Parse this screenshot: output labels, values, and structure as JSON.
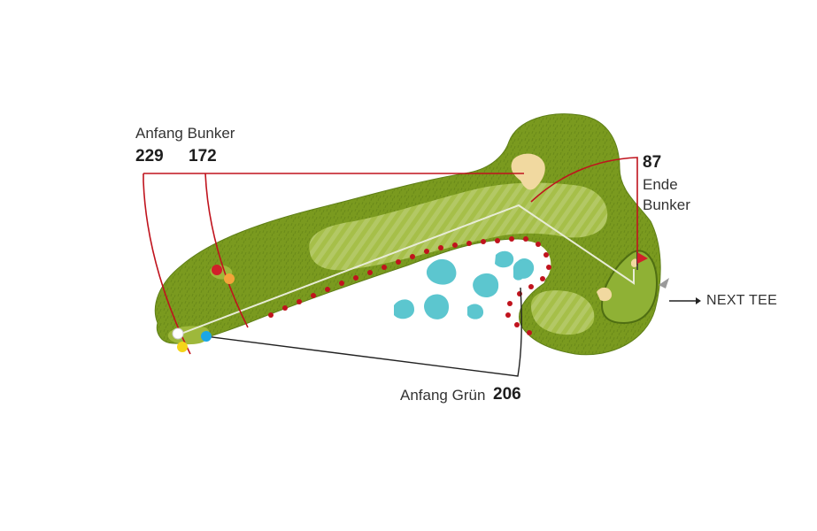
{
  "labels": {
    "anfang_bunker": "Anfang Bunker",
    "dist_229": "229",
    "dist_172": "172",
    "dist_87": "87",
    "ende_bunker_line1": "Ende",
    "ende_bunker_line2": "Bunker",
    "anfang_gruen": "Anfang Grün",
    "dist_206": "206",
    "next_tee": "NEXT TEE"
  },
  "colors": {
    "rough": "#7a9a1f",
    "rough_dark": "#5e7f17",
    "fairway": "#9eb83b",
    "fairway_stripe": "#b3c865",
    "green": "#8fb135",
    "bunker": "#f1d9a0",
    "water": "#5cc6cf",
    "hazard_dots": "#c0131d",
    "guide_line": "#c0131d",
    "route_line": "#e8ecd6",
    "callout_line": "#222222"
  },
  "icons": {
    "flag": "flag-icon",
    "next_tee_arrow": "arrow-right-icon"
  }
}
